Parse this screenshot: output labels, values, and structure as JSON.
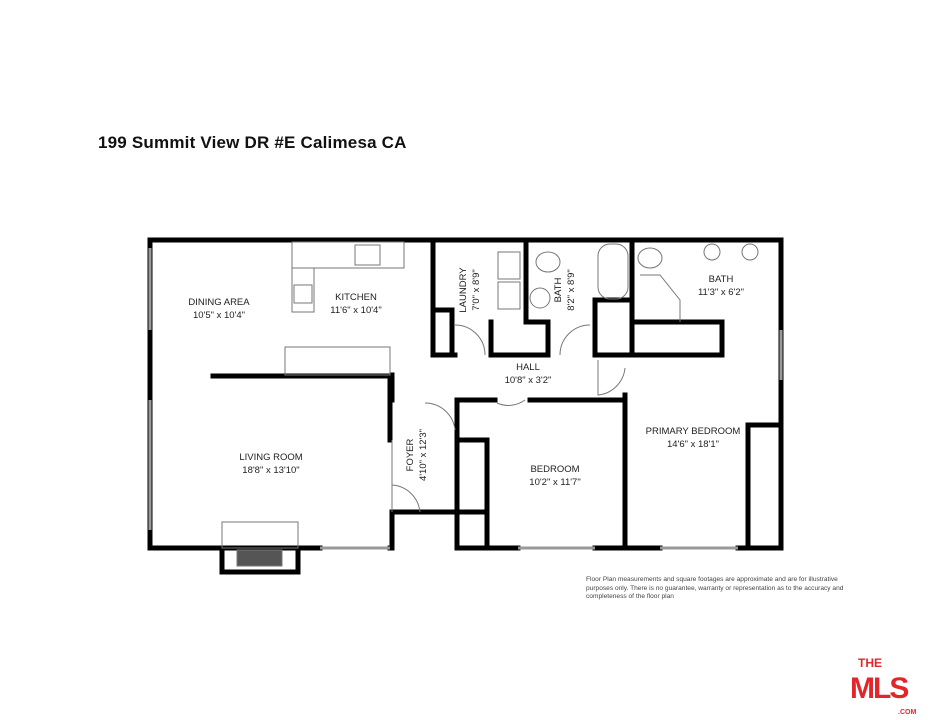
{
  "title": "199 Summit View DR #E Calimesa CA",
  "rooms": {
    "dining": {
      "name": "DINING AREA",
      "dims": "10'5\" x 10'4\""
    },
    "kitchen": {
      "name": "KITCHEN",
      "dims": "11'6\" x 10'4\""
    },
    "laundry": {
      "name": "LAUNDRY",
      "dims": "7'0\" x 8'9\""
    },
    "bath1": {
      "name": "BATH",
      "dims": "8'2\" x 8'9\""
    },
    "bath2": {
      "name": "BATH",
      "dims": "11'3\" x 6'2\""
    },
    "hall": {
      "name": "HALL",
      "dims": "10'8\" x 3'2\""
    },
    "living": {
      "name": "LIVING ROOM",
      "dims": "18'8\" x 13'10\""
    },
    "foyer": {
      "name": "FOYER",
      "dims": "4'10\" x 12'3\""
    },
    "bedroom": {
      "name": "BEDROOM",
      "dims": "10'2\" x 11'7\""
    },
    "primary": {
      "name": "PRIMARY BEDROOM",
      "dims": "14'6\" x 18'1\""
    }
  },
  "disclaimer": "Floor Plan measurements and square footages are approximate and are for illustrative purposes only. There is no guarantee, warranty or representation as to the accuracy and completeness of the floor plan",
  "logo": {
    "text": "THE MLS .COM",
    "color": "#e3262b"
  }
}
